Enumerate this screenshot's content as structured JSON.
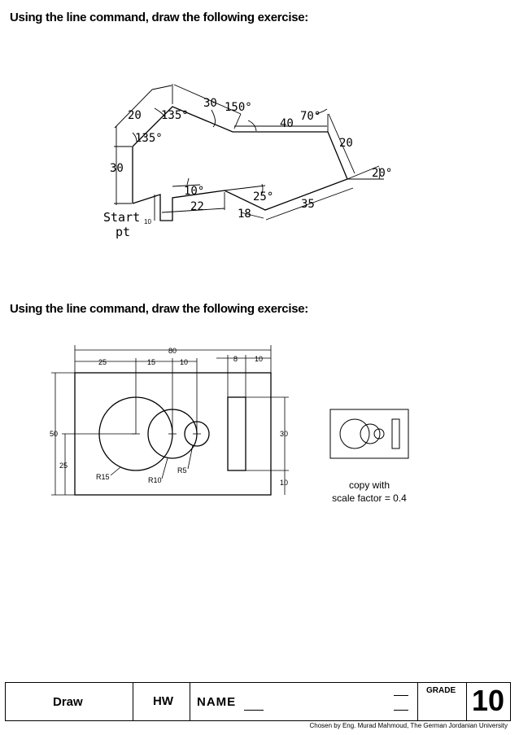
{
  "exercise1": {
    "heading": "Using the line command, draw the following exercise:",
    "dims": {
      "d20": "20",
      "d135a": "135°",
      "d30a": "30",
      "d150": "150°",
      "d40": "40",
      "d70": "70°",
      "d20b": "20",
      "d20deg": "20°",
      "d135b": "135°",
      "d30b": "30",
      "d10deg": "10°",
      "d22": "22",
      "d25deg": "25°",
      "d18": "18",
      "d35": "35",
      "d10": "10"
    },
    "start_label_line1": "Start",
    "start_label_line2": "pt"
  },
  "exercise2": {
    "heading": "Using the line command, draw the following exercise:",
    "dims": {
      "d80": "80",
      "d25a": "25",
      "d15": "15",
      "d10a": "10",
      "d8": "8",
      "d10b": "10",
      "d50": "50",
      "d25b": "25",
      "d30": "30",
      "d10c": "10",
      "r15": "R15",
      "r10": "R10",
      "r5": "R5"
    },
    "note_line1": "copy with",
    "note_line2": "scale factor = 0.4"
  },
  "footer": {
    "subject": "Draw",
    "type": "HW",
    "name_label": "NAME",
    "grade_label": "GRADE",
    "grade_value": "10"
  },
  "credit": "Chosen by Eng. Murad Mahmoud, The German Jordanian University"
}
